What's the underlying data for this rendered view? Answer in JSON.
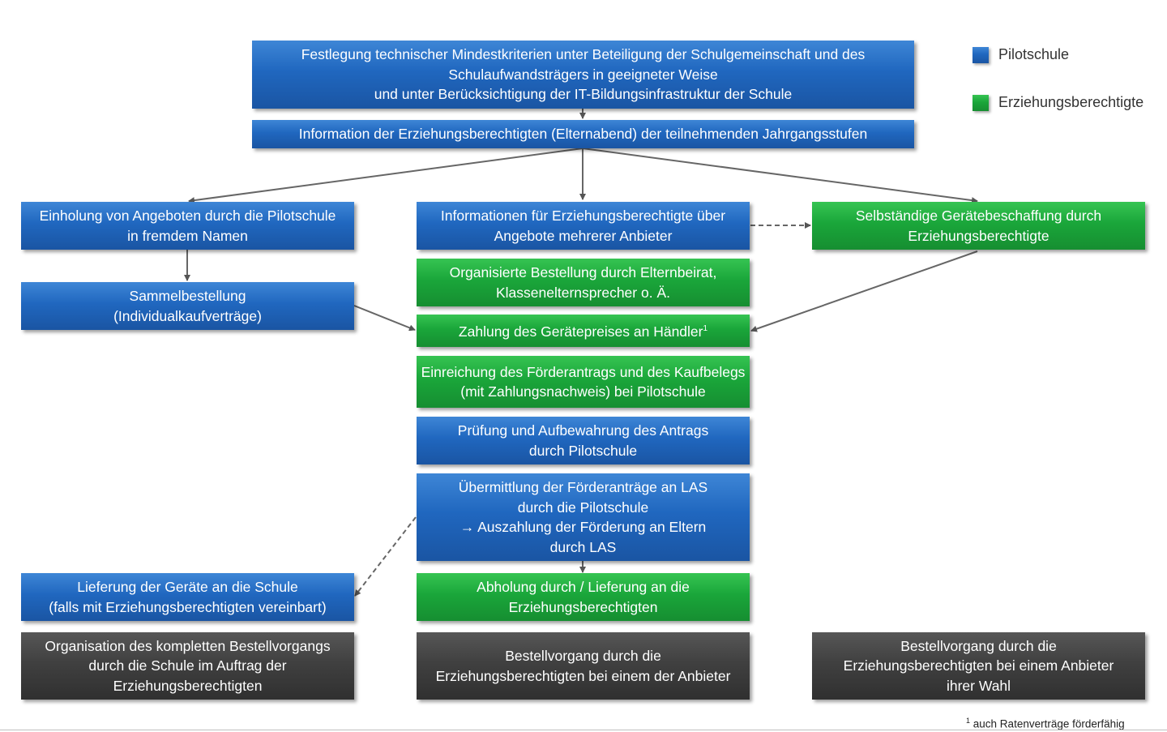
{
  "legend": {
    "items": [
      {
        "label": "Pilotschule",
        "color": "#2067bf"
      },
      {
        "label": "Erziehungsberechtigte",
        "color": "#1aa63a"
      }
    ]
  },
  "boxes": {
    "top": {
      "lines": [
        "Festlegung technischer Mindestkriterien unter Beteiligung der Schulgemeinschaft und des",
        "Schulaufwandsträgers in geeigneter Weise",
        "und unter Berücksichtigung der IT-Bildungsinfrastruktur der Schule"
      ]
    },
    "info_parents": {
      "lines": [
        "Information der Erziehungsberechtigten (Elternabend) der teilnehmenden Jahrgangsstufen"
      ]
    },
    "offers_school": {
      "lines": [
        "Einholung von Angeboten durch die Pilotschule",
        "in fremdem Namen"
      ]
    },
    "info_offers": {
      "lines": [
        "Informationen für Erziehungsberechtigte über",
        "Angebote mehrerer Anbieter"
      ]
    },
    "self_procurement": {
      "lines": [
        "Selbständige Gerätebeschaffung durch",
        "Erziehungsberechtigte"
      ]
    },
    "collective_order": {
      "lines": [
        "Sammelbestellung",
        "(Individualkaufverträge)"
      ]
    },
    "organized_order": {
      "lines": [
        "Organisierte Bestellung durch Elternbeirat,",
        "Klassenelternsprecher o. Ä."
      ]
    },
    "payment": {
      "text": "Zahlung des Gerätepreises an Händler",
      "sup": "1"
    },
    "submission": {
      "lines": [
        "Einreichung des Förderantrags und des Kaufbelegs",
        "(mit Zahlungsnachweis) bei Pilotschule"
      ]
    },
    "review": {
      "lines": [
        "Prüfung und Aufbewahrung des Antrags",
        "durch Pilotschule"
      ]
    },
    "transmission": {
      "lines": [
        "Übermittlung der Förderanträge an LAS",
        "durch die Pilotschule",
        "→ Auszahlung der Förderung an Eltern",
        "durch LAS"
      ]
    },
    "delivery_school": {
      "lines": [
        "Lieferung der Geräte an die Schule",
        "(falls mit Erziehungsberechtigten vereinbart)"
      ]
    },
    "pickup": {
      "lines": [
        "Abholung durch / Lieferung an die",
        "Erziehungsberechtigten"
      ]
    },
    "summary_left": {
      "lines": [
        "Organisation des kompletten Bestellvorgangs",
        "durch die Schule im Auftrag der",
        "Erziehungsberechtigten"
      ]
    },
    "summary_center": {
      "lines": [
        "Bestellvorgang durch die",
        "Erziehungsberechtigten  bei einem der Anbieter"
      ]
    },
    "summary_right": {
      "lines": [
        "Bestellvorgang durch die",
        "Erziehungsberechtigten  bei einem Anbieter",
        "ihrer Wahl"
      ]
    }
  },
  "footnote": {
    "marker": "1",
    "text": "auch Ratenverträge förderfähig"
  }
}
